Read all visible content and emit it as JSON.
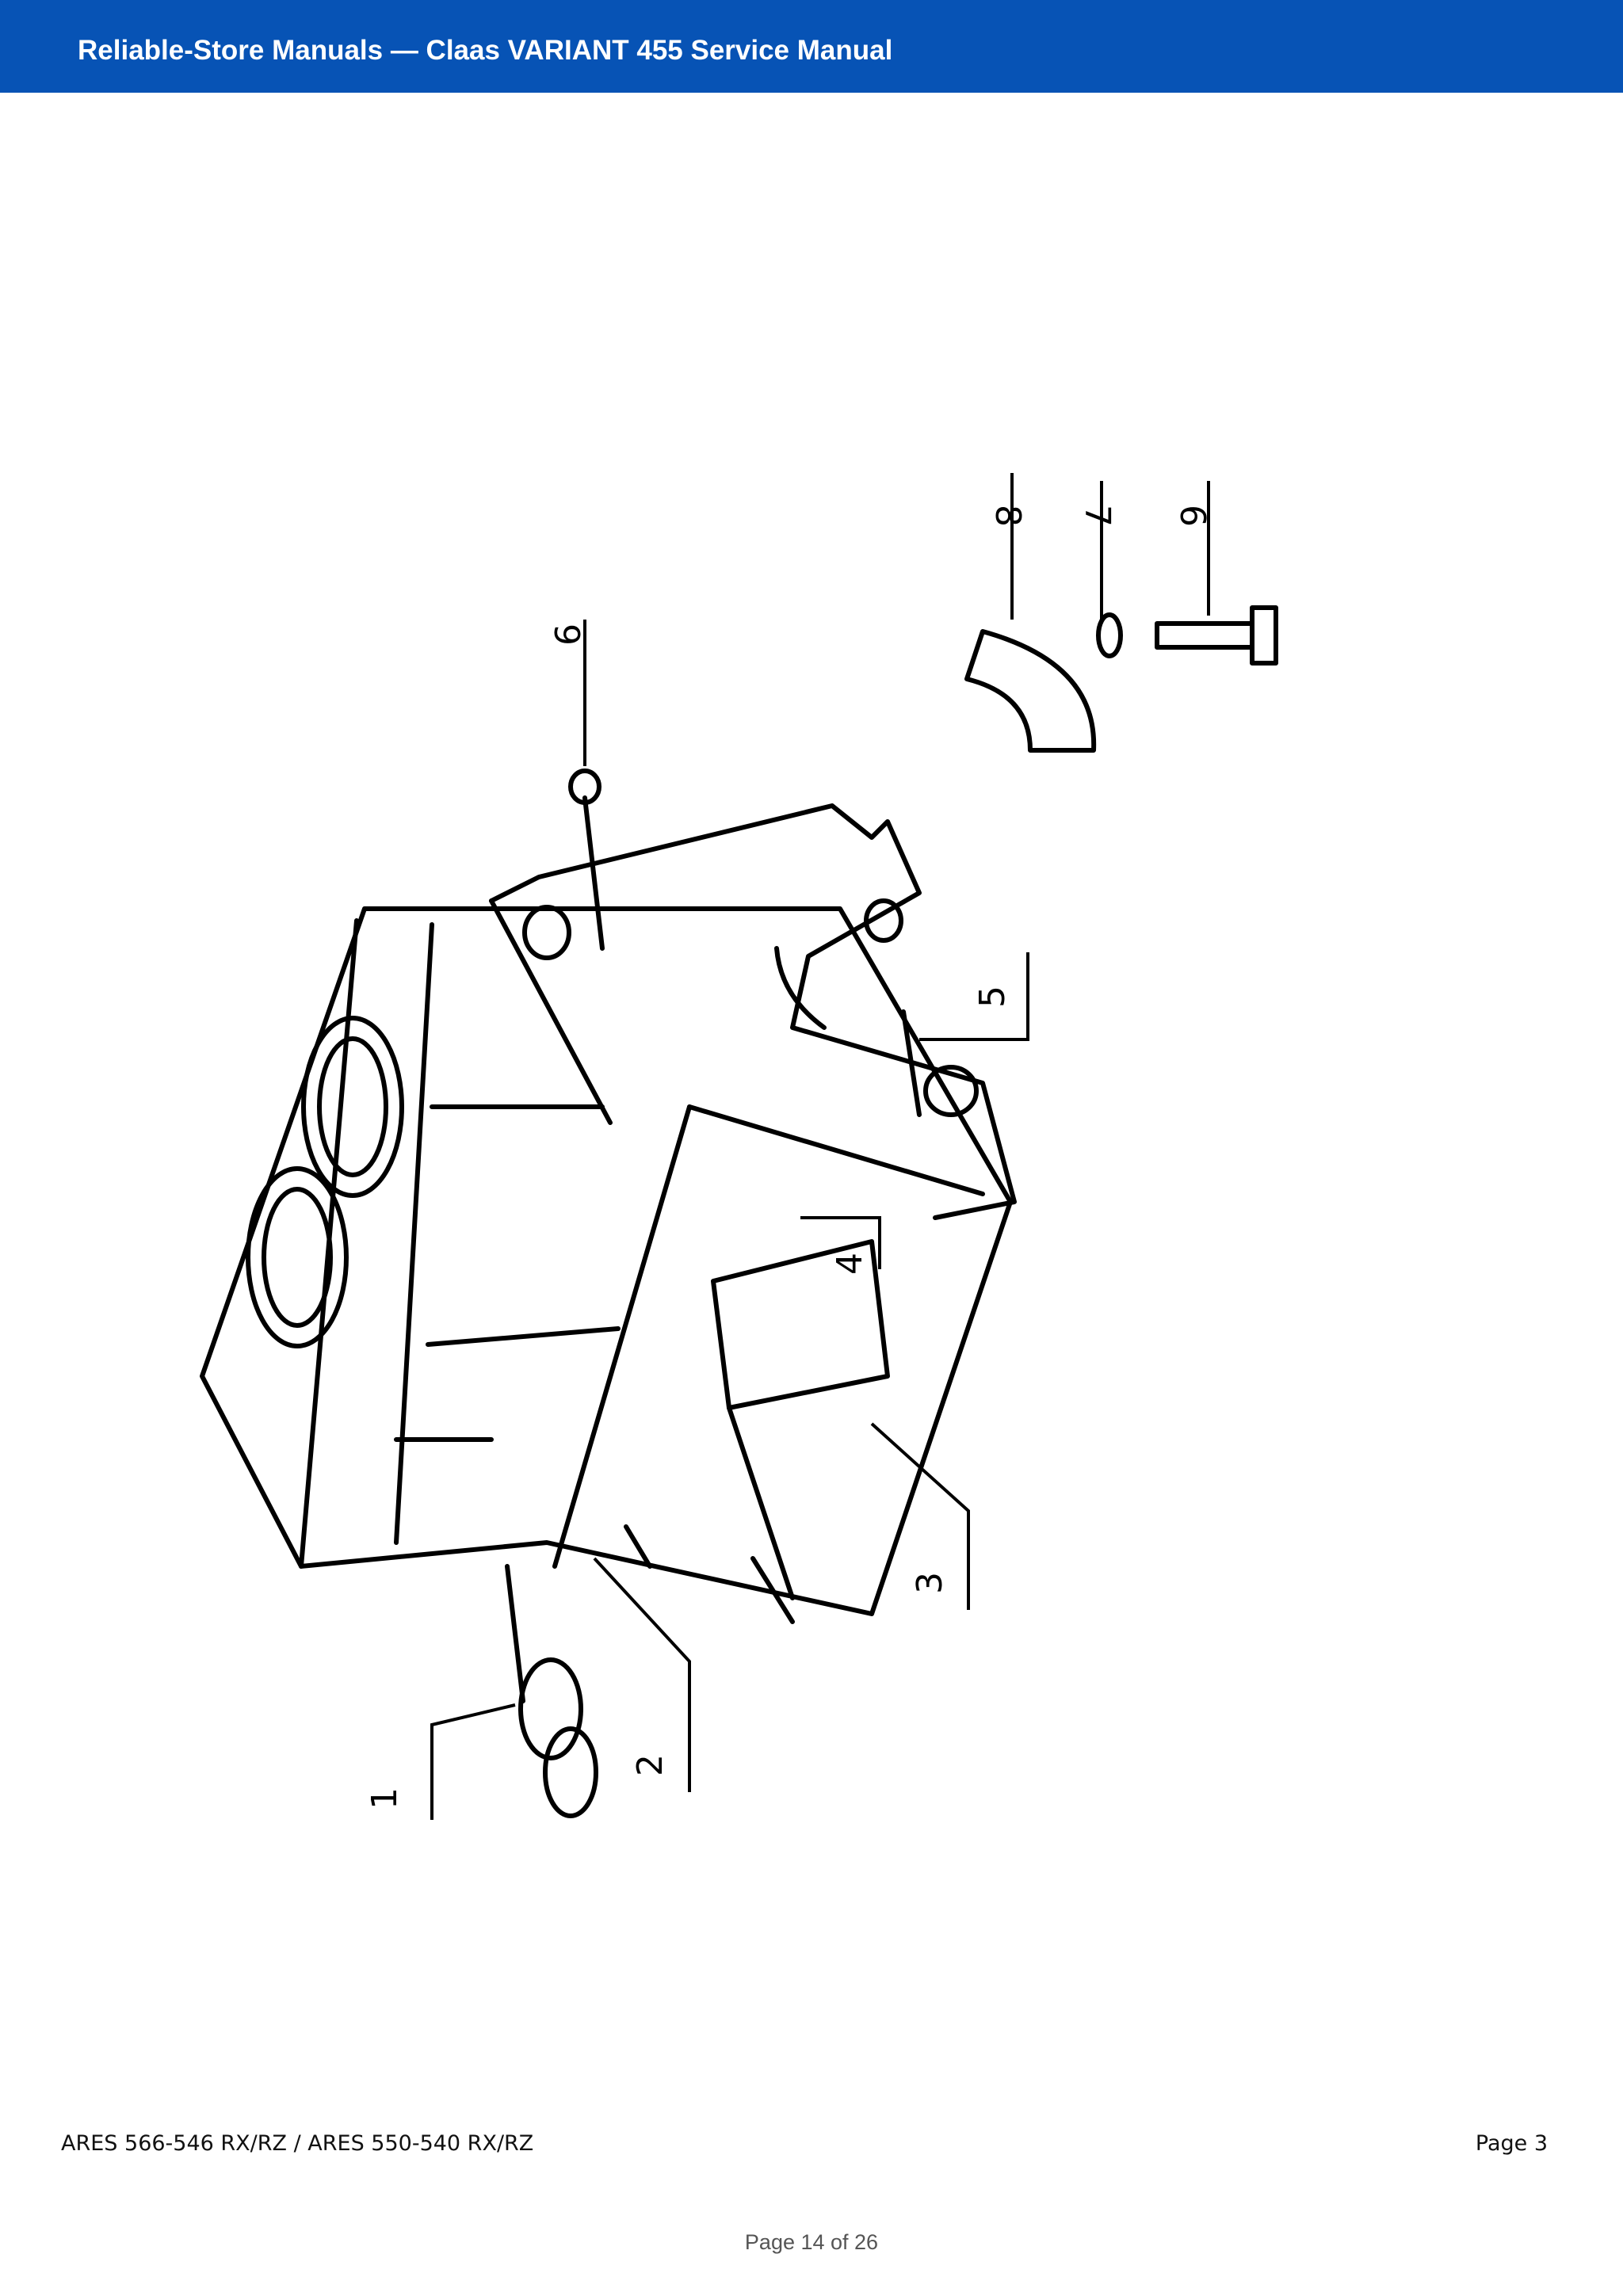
{
  "header": {
    "title": "Reliable-Store Manuals — Claas VARIANT 455 Service Manual",
    "background": "#0753b5"
  },
  "diagram": {
    "callouts": [
      "1",
      "2",
      "3",
      "4",
      "5",
      "6",
      "7",
      "8",
      "9"
    ]
  },
  "footer": {
    "model": "ARES 566-546 RX/RZ / ARES 550-540 RX/RZ",
    "page": "Page 3"
  },
  "page_counter": "Page 14 of 26"
}
